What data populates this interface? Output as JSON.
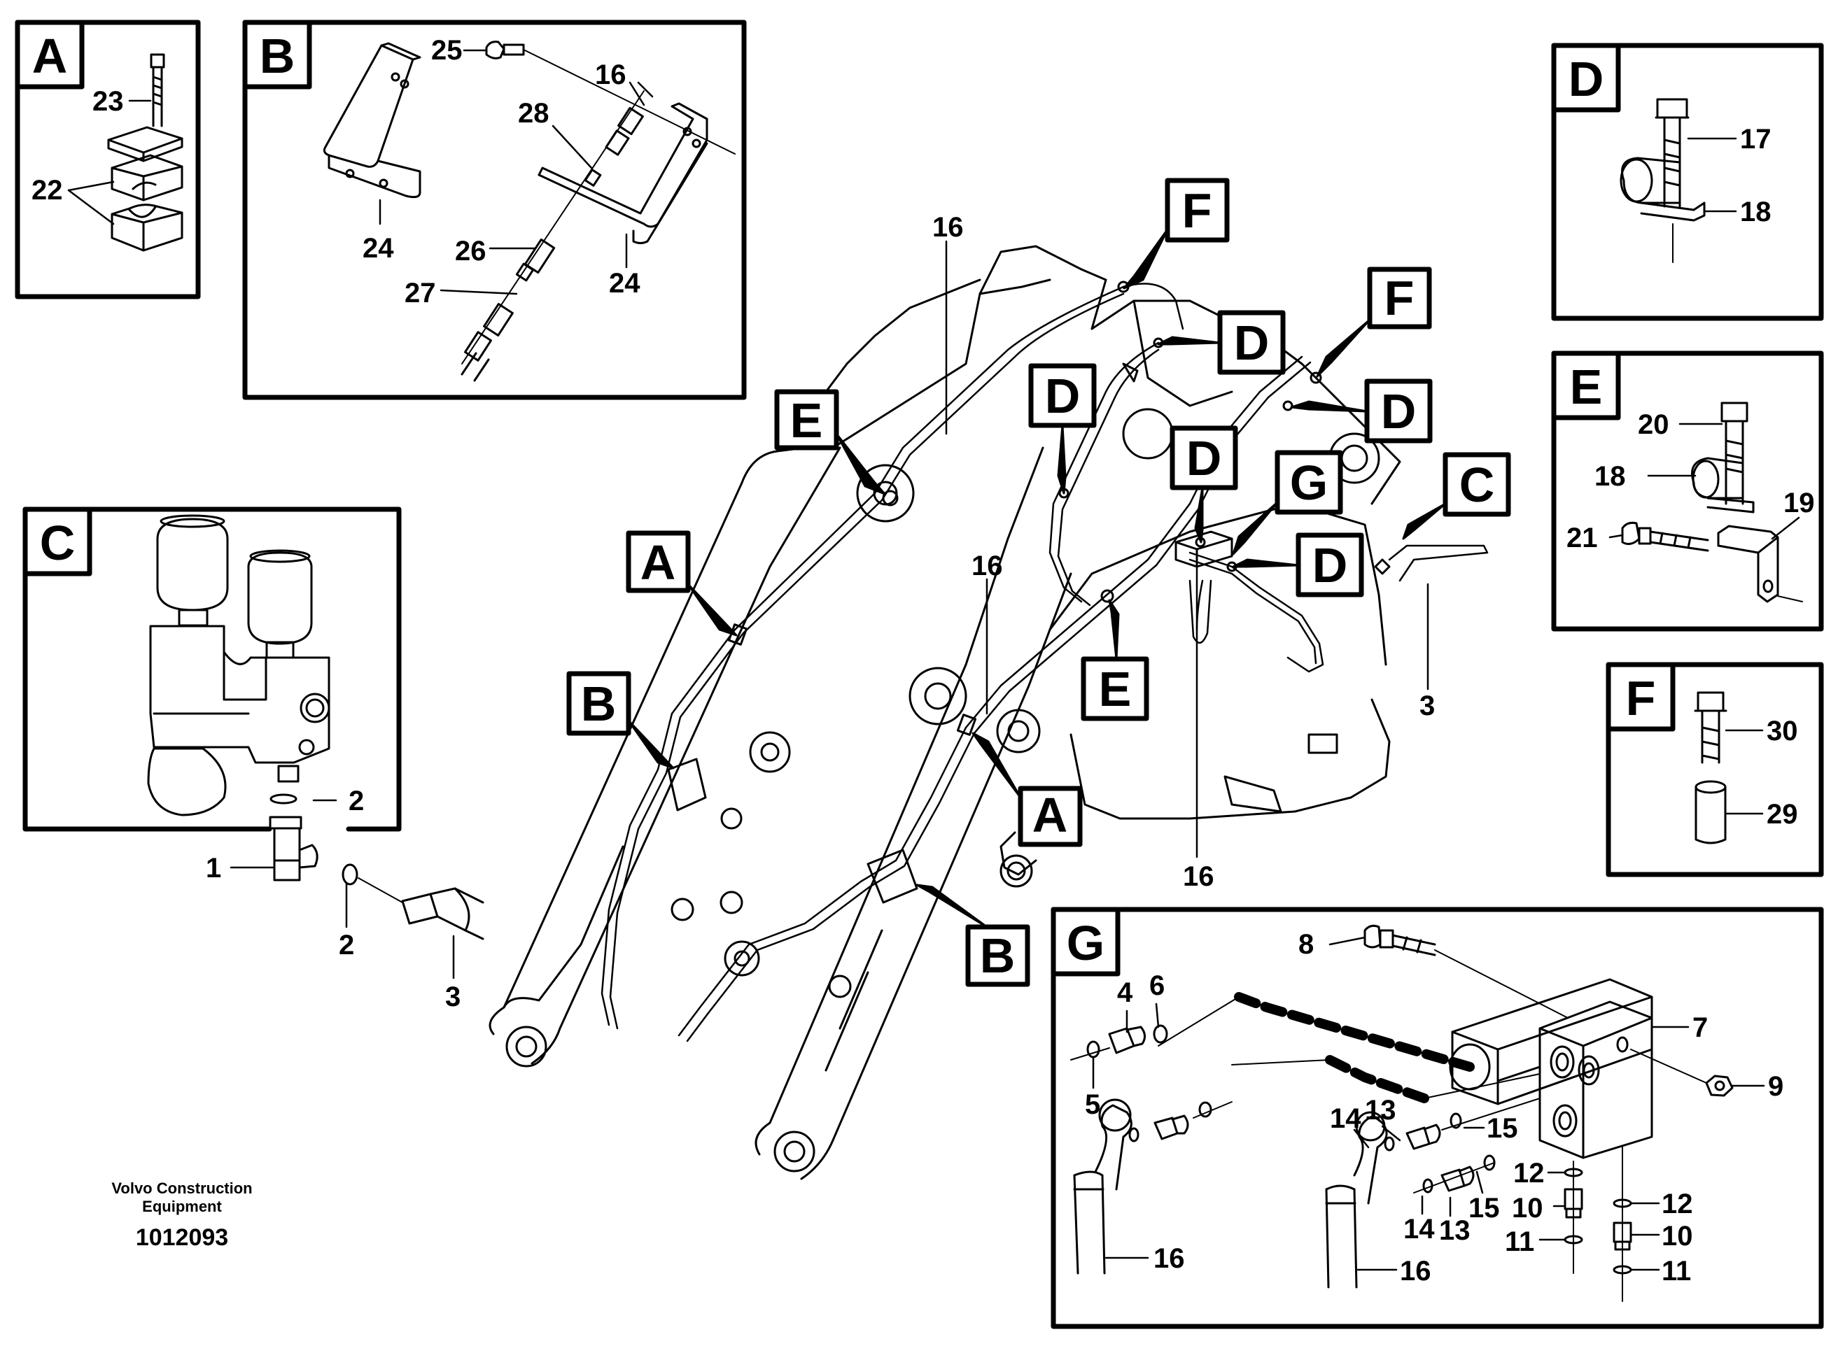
{
  "footer": {
    "company_line1": "Volvo Construction",
    "company_line2": "Equipment",
    "document_number": "1012093"
  },
  "detail_panels": [
    {
      "id": "A",
      "parts": [
        "23",
        "22"
      ]
    },
    {
      "id": "B",
      "parts": [
        "25",
        "16",
        "28",
        "24",
        "26",
        "27",
        "24"
      ]
    },
    {
      "id": "C",
      "parts": [
        "2",
        "1",
        "2",
        "3"
      ]
    },
    {
      "id": "D",
      "parts": [
        "17",
        "18"
      ]
    },
    {
      "id": "E",
      "parts": [
        "20",
        "18",
        "19",
        "21"
      ]
    },
    {
      "id": "F",
      "parts": [
        "30",
        "29"
      ]
    },
    {
      "id": "G",
      "parts": [
        "8",
        "7",
        "9",
        "4",
        "6",
        "5",
        "14",
        "13",
        "15",
        "12",
        "10",
        "11",
        "14",
        "13",
        "15",
        "12",
        "10",
        "11",
        "16",
        "16"
      ]
    }
  ],
  "main_view_callouts": [
    "16",
    "16",
    "16",
    "3",
    "E",
    "F",
    "D",
    "F",
    "D",
    "D",
    "D",
    "G",
    "D",
    "C",
    "A",
    "E",
    "B",
    "A",
    "B"
  ],
  "colors": {
    "line": "#000000",
    "background": "#ffffff"
  }
}
